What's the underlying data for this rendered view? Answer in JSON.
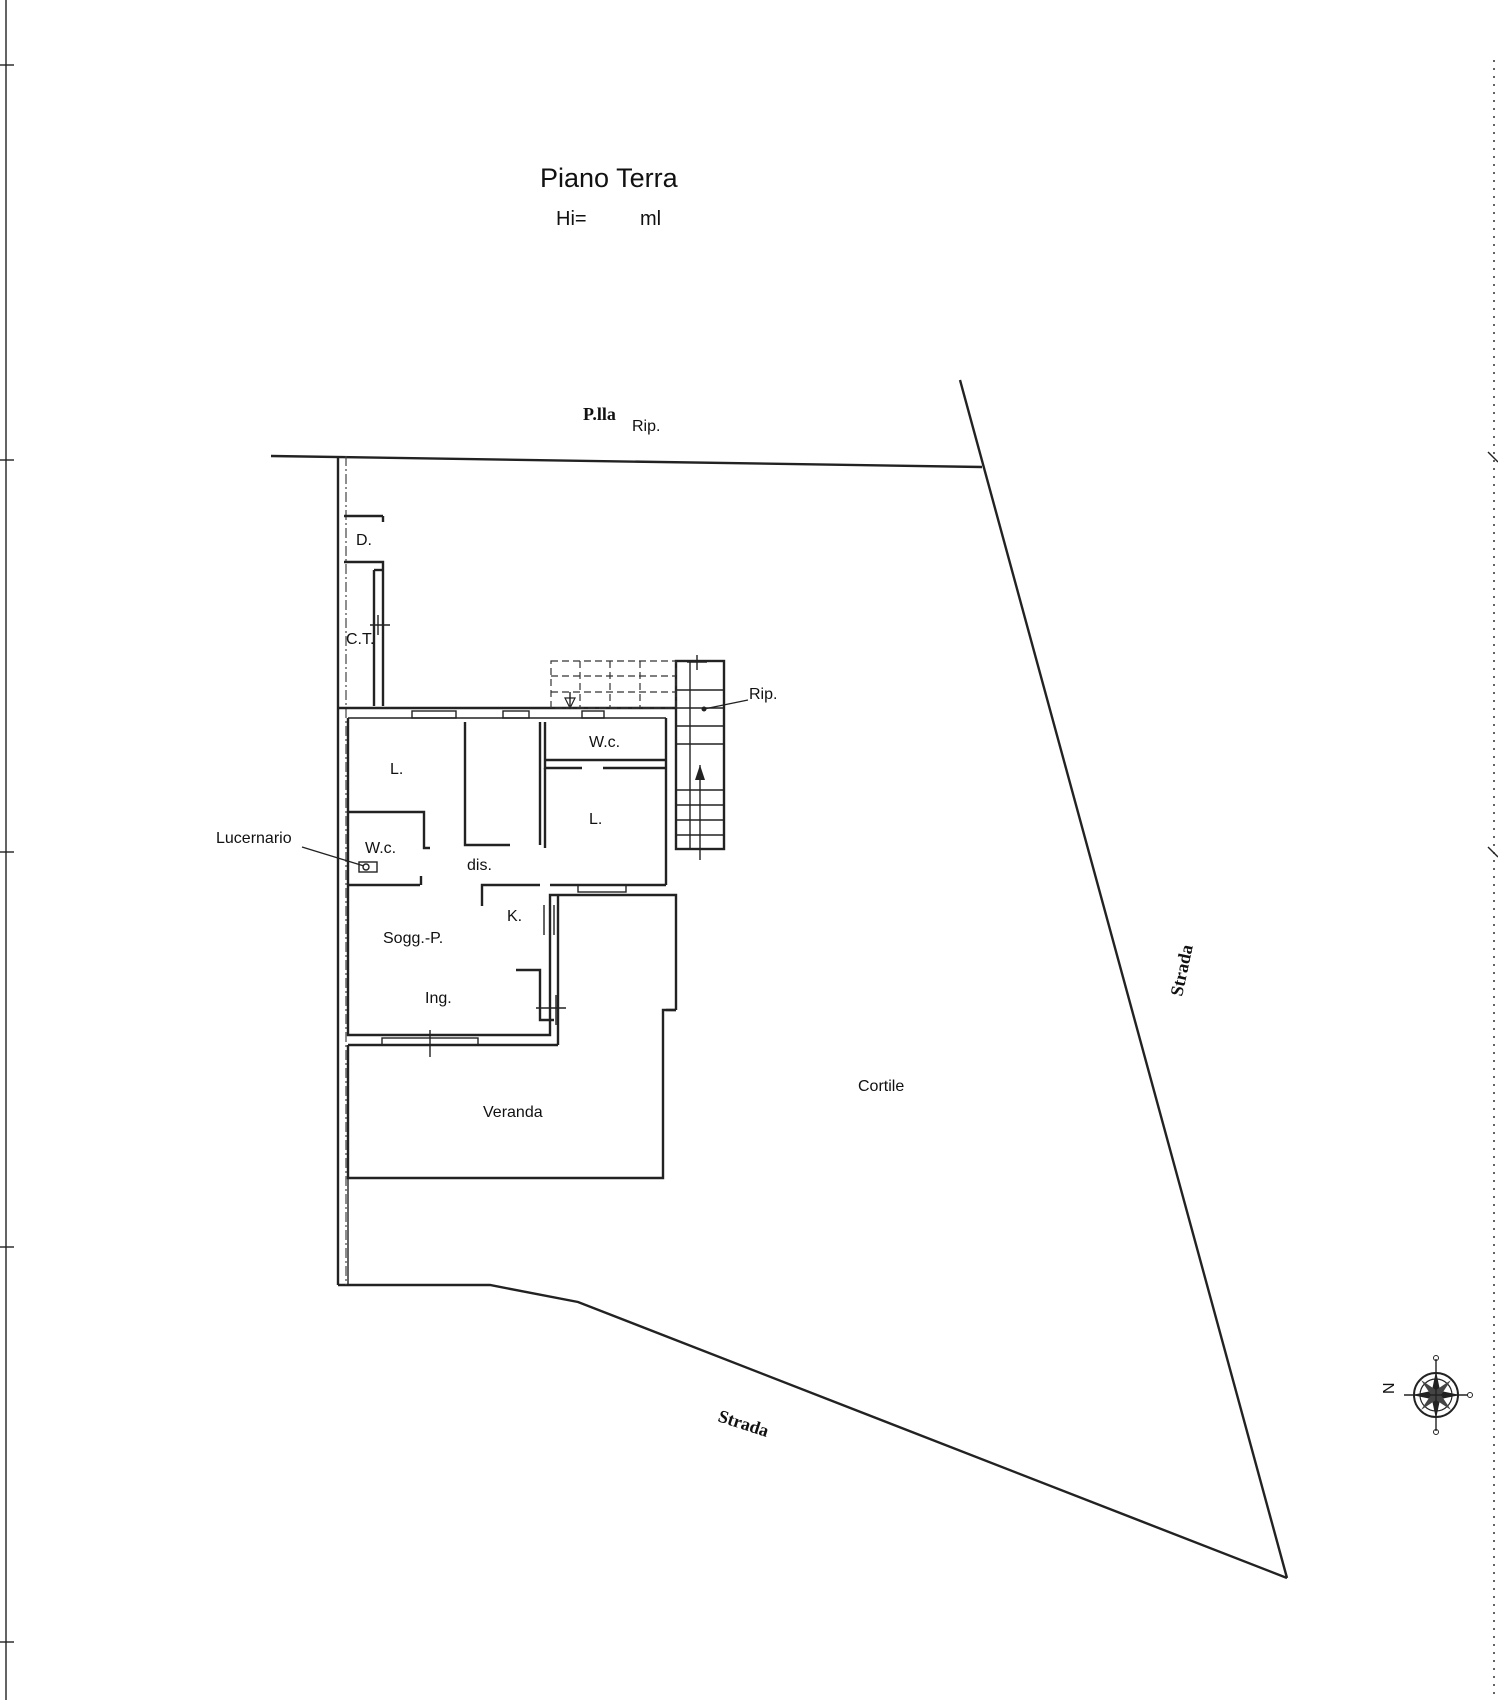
{
  "header": {
    "title": "Piano Terra",
    "height_label": "Hi=",
    "height_unit": "ml"
  },
  "neighbor": {
    "parcel": "P.lla",
    "parcel_suffix": "Rip."
  },
  "rooms": {
    "d": "D.",
    "ct": "C.T.",
    "l1": "L.",
    "wc1": "W.c.",
    "wc2": "W.c.",
    "l2": "L.",
    "dis": "dis.",
    "k": "K.",
    "sogg": "Sogg.-P.",
    "ing": "Ing.",
    "veranda": "Veranda",
    "cortile": "Cortile",
    "rip": "Rip.",
    "lucernario": "Lucernario"
  },
  "roads": {
    "east": "Strada",
    "south": "Strada"
  },
  "compass": {
    "north": "N"
  }
}
